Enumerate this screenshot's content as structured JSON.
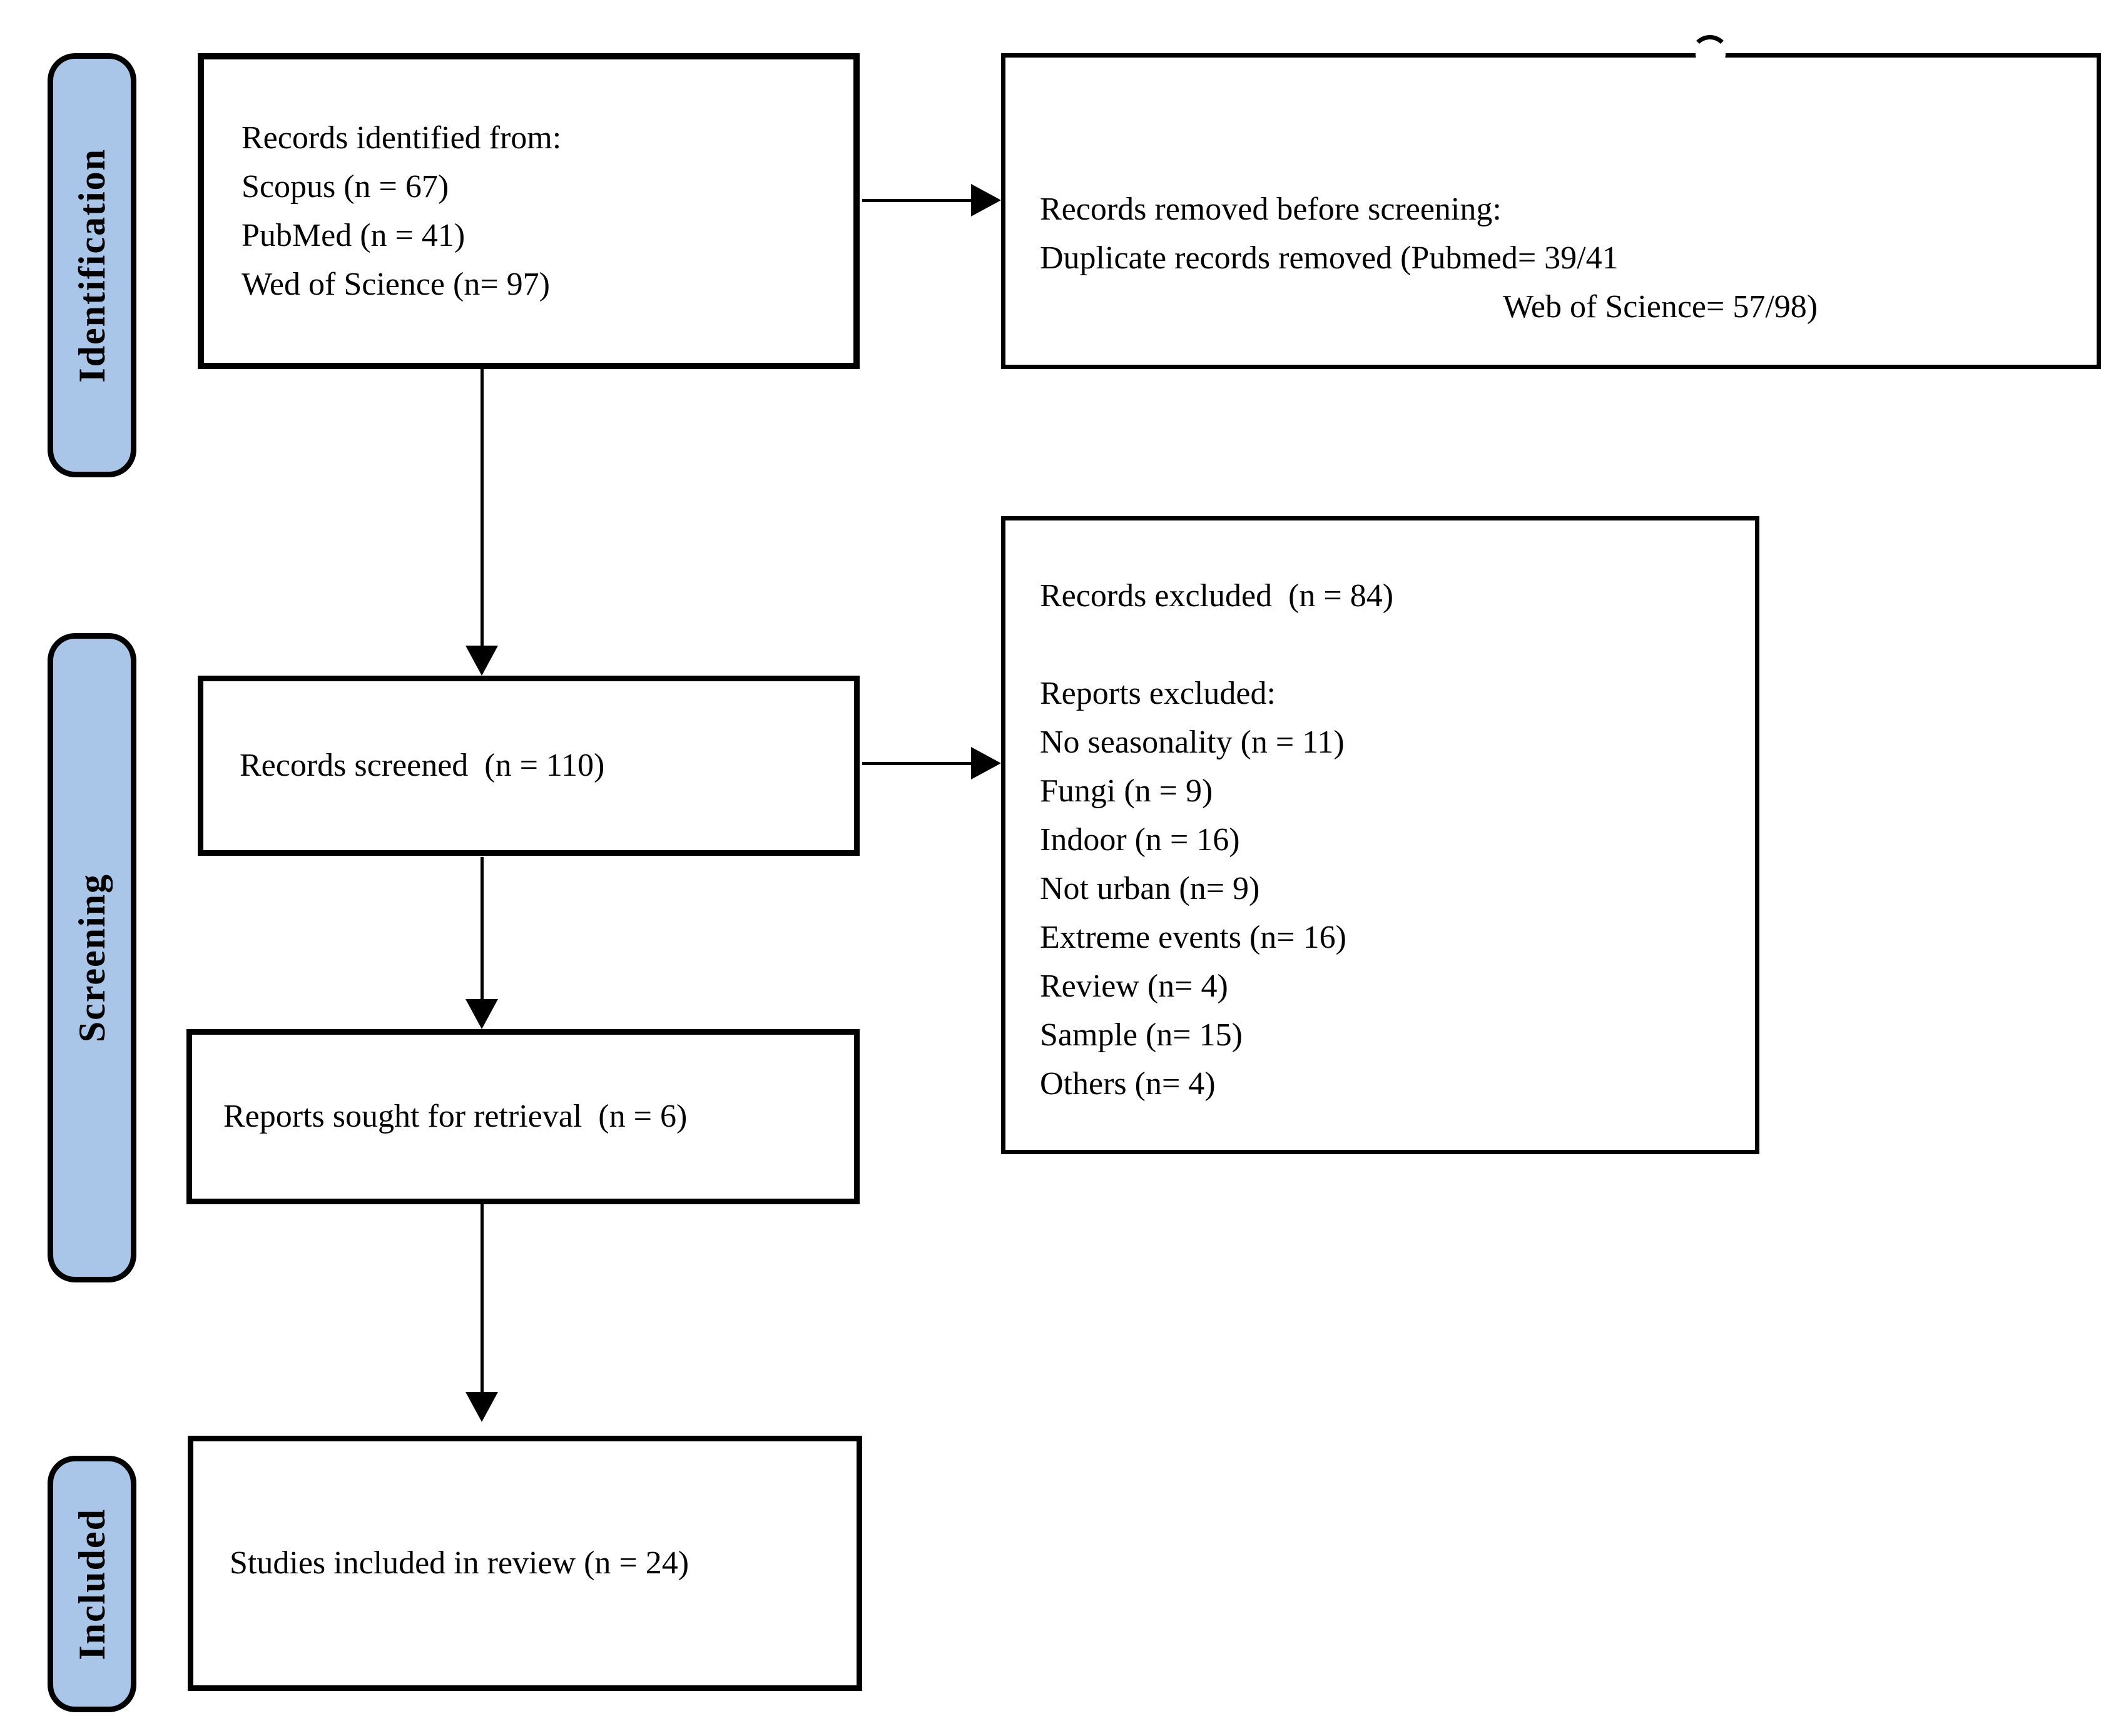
{
  "stages": {
    "identification": "Identification",
    "screening": "Screening",
    "included": "Included"
  },
  "boxes": {
    "identified": {
      "line1": "Records identified from:",
      "line2": "Scopus (n = 67)",
      "line3": "PubMed (n = 41)",
      "line4": "Wed of Science (n= 97)"
    },
    "removed": {
      "line1": "Records removed before screening:",
      "line2": "Duplicate records removed (Pubmed= 39/41",
      "line3": "Web of Science= 57/98)"
    },
    "screened": {
      "line1": "Records screened  (n = 110)"
    },
    "excluded": {
      "line1": "Records excluded  (n = 84)",
      "line2": "Reports excluded:",
      "line3": "No seasonality (n = 11)",
      "line4": "Fungi (n = 9)",
      "line5": "Indoor (n = 16)",
      "line6": "Not urban (n= 9)",
      "line7": "Extreme events (n= 16)",
      "line8": "Review (n= 4)",
      "line9": "Sample (n= 15)",
      "line10": "Others (n= 4)"
    },
    "sought": {
      "line1": "Reports sought for retrieval  (n = 6)"
    },
    "included_final": {
      "line1": "Studies included in review (n = 24)"
    }
  },
  "colors": {
    "stage_fill": "#a9c5e8",
    "line_color": "#000000"
  }
}
